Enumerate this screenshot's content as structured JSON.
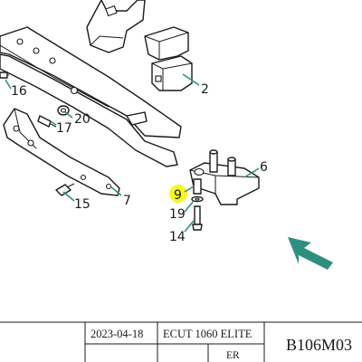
{
  "callouts": [
    {
      "id": "2",
      "label": "2"
    },
    {
      "id": "6",
      "label": "6"
    },
    {
      "id": "7",
      "label": "7"
    },
    {
      "id": "9",
      "label": "9"
    },
    {
      "id": "14",
      "label": "14"
    },
    {
      "id": "15",
      "label": "15"
    },
    {
      "id": "16",
      "label": "16"
    },
    {
      "id": "17",
      "label": "17"
    },
    {
      "id": "19",
      "label": "19"
    },
    {
      "id": "20",
      "label": "20"
    }
  ],
  "highlight": {
    "callout": "9",
    "color": "#f7f500"
  },
  "leader_color": "#2f8f7f",
  "arrow_color": "#2f8f7f",
  "title_block": {
    "date": "2023-04-18",
    "product": "ECUT 1060 ELITE",
    "code": "ER",
    "drawing_number": "B106M03"
  }
}
